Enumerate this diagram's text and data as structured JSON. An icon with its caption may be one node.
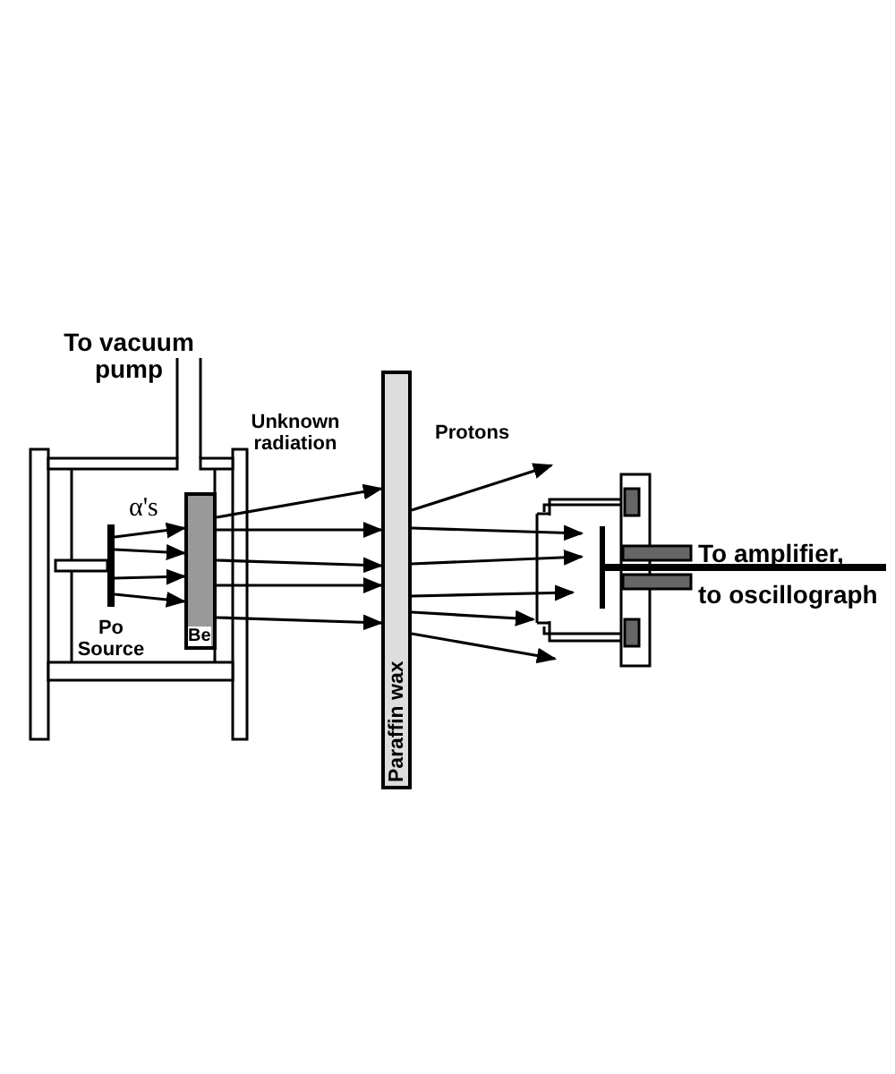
{
  "diagram": {
    "nodes": [
      {
        "text": [
          "Be"
        ]
      },
      {
        "text": [
          "Paraffin wax"
        ]
      },
      {
        "text": [],
        "shape": "bar",
        "beside": [
          "Po Source"
        ]
      },
      {
        "text": [],
        "shape": "picture"
      }
    ],
    "edges": [
      {
        "from": 2,
        "to": 0,
        "arrow": "to"
      },
      {
        "from": 2,
        "to": 0,
        "arrow": "to"
      },
      {
        "from": 2,
        "to": 0,
        "arrow": "to"
      },
      {
        "from": 2,
        "to": 0,
        "arrow": "to"
      },
      {
        "from": 0,
        "to": 1,
        "arrow": "to"
      },
      {
        "from": 0,
        "to": 1,
        "arrow": "to"
      },
      {
        "from": 0,
        "to": 1,
        "arrow": "to"
      },
      {
        "from": 0,
        "to": 1,
        "arrow": "to"
      },
      {
        "from": 0,
        "to": 1,
        "arrow": "to"
      },
      {
        "from": 1,
        "to": 3,
        "arrow": "to"
      },
      {
        "from": 1,
        "to": 3,
        "arrow": "to"
      },
      {
        "from": 1,
        "to": 3,
        "arrow": "to"
      },
      {
        "from": 1,
        "to": 3,
        "arrow": "to"
      },
      {
        "from": 1,
        "to": 3,
        "arrow": "to"
      },
      {
        "from": 1,
        "to": 3,
        "arrow": "to"
      }
    ],
    "labels": [
      "To vacuum pump",
      "α's",
      "Unknown radiation",
      "Protons",
      "To amplifier, to oscillograph"
    ]
  }
}
